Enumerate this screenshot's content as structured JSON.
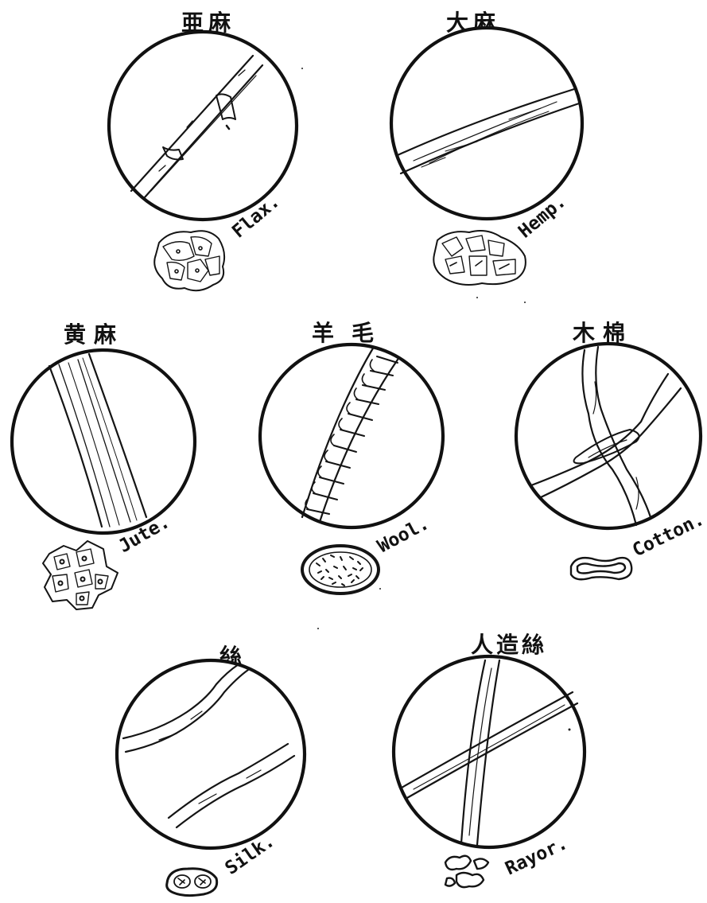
{
  "fibers": [
    {
      "id": "flax",
      "title_cjk": "亜麻",
      "label": "Flax."
    },
    {
      "id": "hemp",
      "title_cjk": "大麻",
      "label": "Hemp."
    },
    {
      "id": "jute",
      "title_cjk": "黄麻",
      "label": "Jute."
    },
    {
      "id": "wool",
      "title_cjk": "羊毛",
      "label": "Wool."
    },
    {
      "id": "cotton",
      "title_cjk": "木棉",
      "label": "Cotton."
    },
    {
      "id": "silk",
      "title_cjk": "絲",
      "label": "Silk."
    },
    {
      "id": "rayon",
      "title_cjk": "人造絲",
      "label": "Rayor."
    }
  ]
}
